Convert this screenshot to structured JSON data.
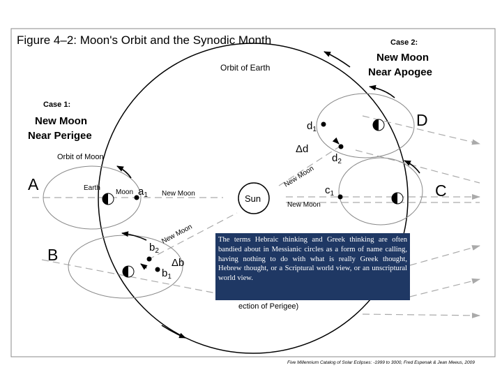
{
  "figure": {
    "title": "Figure 4–2: Moon's Orbit and the Synodic Month",
    "orbit_of_earth_label": "Orbit of Earth",
    "orbit_of_moon_label": "Orbit of Moon",
    "sun_label": "Sun",
    "earth_label": "Earth",
    "moon_label": "Moon",
    "case1": {
      "heading": "Case 1:",
      "line1": "New Moon",
      "line2": "Near Perigee"
    },
    "case2": {
      "heading": "Case 2:",
      "line1": "New Moon",
      "line2": "Near Apogee"
    },
    "positions": {
      "A": "A",
      "B": "B",
      "C": "C",
      "D": "D"
    },
    "markers": {
      "a1": "a",
      "b1": "b",
      "b2": "b",
      "c1": "c",
      "d1": "d",
      "d2": "d",
      "sub1": "1",
      "sub2": "2"
    },
    "deltas": {
      "delta_b": "Δb",
      "delta_d": "Δd"
    },
    "new_moon_label": "New Moon",
    "partial_label": "ection of Perigee)",
    "credit": "Five Millennium Catalog of Solar Eclipses: -1999 to 3000, Fred Espenak & Jean Meeus, 2009"
  },
  "caption": {
    "text": "The terms Hebraic thinking and Greek thinking are often bandied about in Messianic circles as a form of name calling, having nothing to do with what is really Greek thought, Hebrew thought, or a Scriptural world view, or an unscriptural world view."
  },
  "colors": {
    "caption_bg": "#1f3864",
    "ray": "#aaaaaa"
  }
}
